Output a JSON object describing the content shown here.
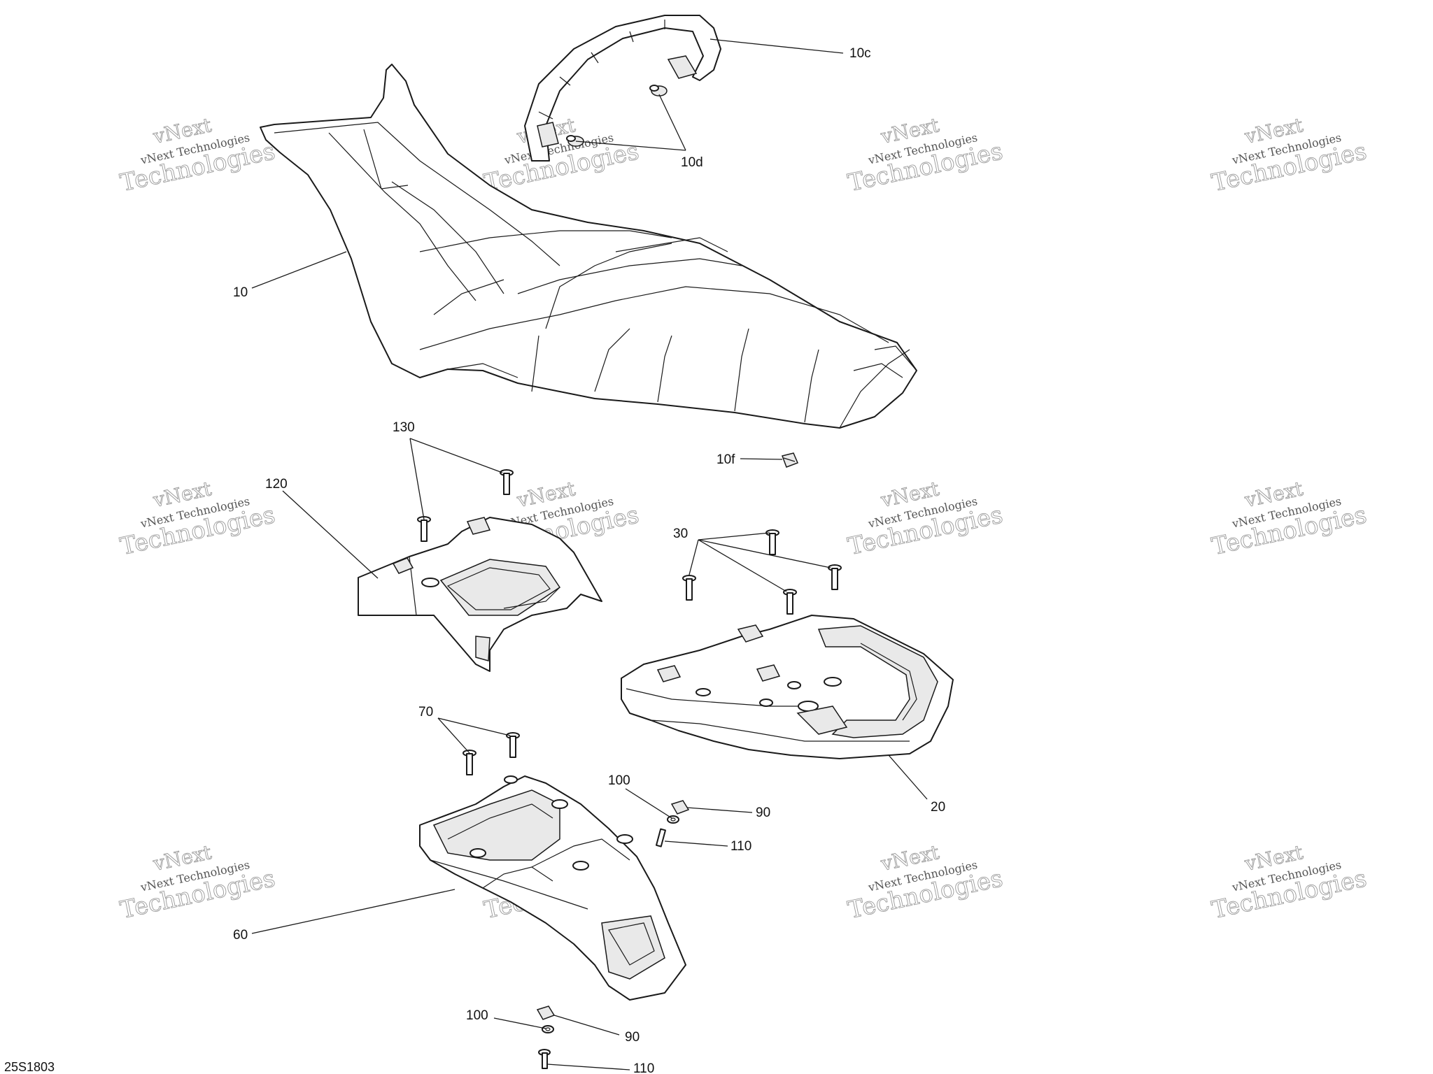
{
  "diagram_code": "25S1803",
  "watermark": {
    "line1": "vNext",
    "line2": "vNext Technologies",
    "line3": "Technologies"
  },
  "callouts": {
    "seat": "10",
    "strap": "10c",
    "strap_fastener": "10d",
    "clip": "10f",
    "luggage_rack": "20",
    "rack_screws": "30",
    "support": "60",
    "support_screws": "70",
    "nut": "90",
    "washer": "100",
    "screw": "110",
    "storage_tray": "120",
    "tray_screws": "130"
  }
}
